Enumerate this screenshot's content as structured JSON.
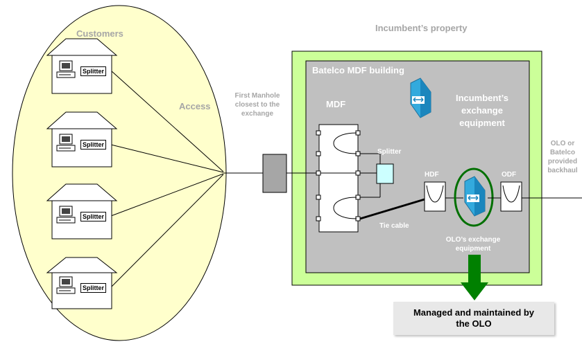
{
  "customers_area": {
    "title": "Customers",
    "access_label": "Access"
  },
  "houses": [
    {
      "splitter_label": "Splitter"
    },
    {
      "splitter_label": "Splitter"
    },
    {
      "splitter_label": "Splitter"
    },
    {
      "splitter_label": "Splitter"
    }
  ],
  "manhole": {
    "label_line1": "First Manhole",
    "label_line2": "closest to the",
    "label_line3": "exchange"
  },
  "incumbent": {
    "property_label": "Incumbent’s property",
    "building_label": "Batelco MDF building",
    "mdf_label": "MDF",
    "splitter_label": "Splitter",
    "exchange_line1": "Incumbent’s",
    "exchange_line2": "exchange",
    "exchange_line3": "equipment",
    "hdf_label": "HDF",
    "odf_label": "ODF",
    "tie_cable_label": "Tie cable",
    "olo_equipment_line1": "OLO’s exchange",
    "olo_equipment_line2": "equipment"
  },
  "backhaul": {
    "line1": "OLO or",
    "line2": "Batelco",
    "line3": "provided",
    "line4": "backhaul"
  },
  "managed_box": {
    "line1": "Managed and maintained by",
    "line2": "the OLO"
  },
  "colors": {
    "ellipse_fill": "#ffffcc",
    "building_outer": "#ccff99",
    "building_inner": "#c0c0c0",
    "arrow_green": "#008000",
    "equipment_blue": "#33aadd"
  }
}
